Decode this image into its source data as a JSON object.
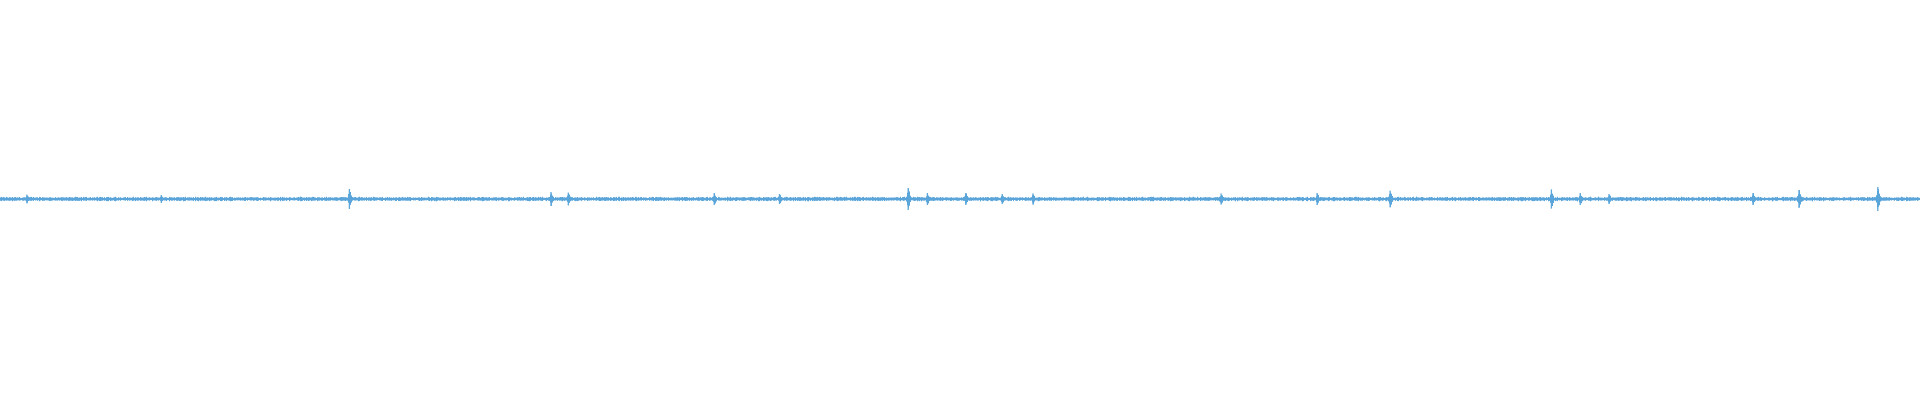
{
  "chart_data": {
    "type": "area",
    "title": "",
    "xlabel": "",
    "ylabel": "",
    "grid": false,
    "legend": "none",
    "ylim": [
      -1,
      1
    ],
    "xlim": [
      0,
      1
    ],
    "series": [
      {
        "color": "#5aa5d9",
        "baseline_amplitude": 0.012,
        "peaks": [
          {
            "x": 0.014,
            "amplitude": 0.022
          },
          {
            "x": 0.084,
            "amplitude": 0.02
          },
          {
            "x": 0.182,
            "amplitude": 0.05
          },
          {
            "x": 0.287,
            "amplitude": 0.035
          },
          {
            "x": 0.296,
            "amplitude": 0.032
          },
          {
            "x": 0.372,
            "amplitude": 0.03
          },
          {
            "x": 0.406,
            "amplitude": 0.025
          },
          {
            "x": 0.473,
            "amplitude": 0.055
          },
          {
            "x": 0.483,
            "amplitude": 0.03
          },
          {
            "x": 0.503,
            "amplitude": 0.03
          },
          {
            "x": 0.522,
            "amplitude": 0.025
          },
          {
            "x": 0.538,
            "amplitude": 0.028
          },
          {
            "x": 0.636,
            "amplitude": 0.028
          },
          {
            "x": 0.686,
            "amplitude": 0.03
          },
          {
            "x": 0.724,
            "amplitude": 0.042
          },
          {
            "x": 0.808,
            "amplitude": 0.048
          },
          {
            "x": 0.823,
            "amplitude": 0.03
          },
          {
            "x": 0.838,
            "amplitude": 0.025
          },
          {
            "x": 0.913,
            "amplitude": 0.03
          },
          {
            "x": 0.937,
            "amplitude": 0.045
          },
          {
            "x": 0.978,
            "amplitude": 0.06
          }
        ]
      }
    ]
  }
}
